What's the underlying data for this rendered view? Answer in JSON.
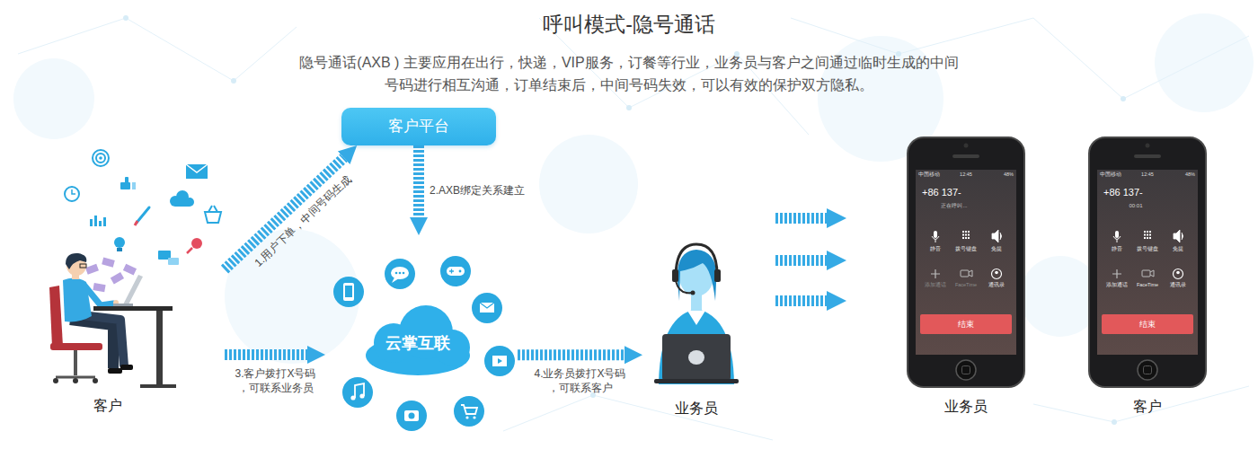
{
  "diagram": {
    "title": "呼叫模式-隐号通话",
    "caption": "隐号通话(AXB ) 主要应用在出行，快递，VIP服务，订餐等行业，业务员与客户之间通过临时生成的中间 号码进行相互沟通，订单结束后，中间号码失效，可以有效的保护双方隐私。",
    "nodes": [
      {
        "text": [
          "客户"
        ]
      },
      {
        "text": [
          "客户平台"
        ]
      },
      {
        "text": [
          "云掌互联"
        ]
      },
      {
        "text": [
          "业务员"
        ]
      },
      {
        "text": [
          "中国移动",
          "12:45",
          "48%",
          "+86 137-",
          "正在呼叫...",
          "静音",
          "拨号键盘",
          "免提",
          "添加通话",
          "FaceTime",
          "通讯录",
          "结束",
          "业务员"
        ]
      },
      {
        "text": [
          "中国移动",
          "12:45",
          "48%",
          "+86 137-",
          "00:01",
          "静音",
          "拨号键盘",
          "免提",
          "添加通话",
          "FaceTime",
          "通讯录",
          "结束",
          "客户"
        ]
      }
    ],
    "edges": [
      {
        "from": 0,
        "to": 1,
        "arrow": "to",
        "label": "1.用户下单，中间号码生成"
      },
      {
        "from": 1,
        "to": 2,
        "arrow": "to",
        "label": "2.AXB绑定关系建立"
      },
      {
        "from": 0,
        "to": 2,
        "arrow": "to",
        "label": "3.客户拨打X号码 ，可联系业务员"
      },
      {
        "from": 2,
        "to": 3,
        "arrow": "to",
        "label": "4.业务员拨打X号码 ，可联系客户"
      }
    ]
  }
}
